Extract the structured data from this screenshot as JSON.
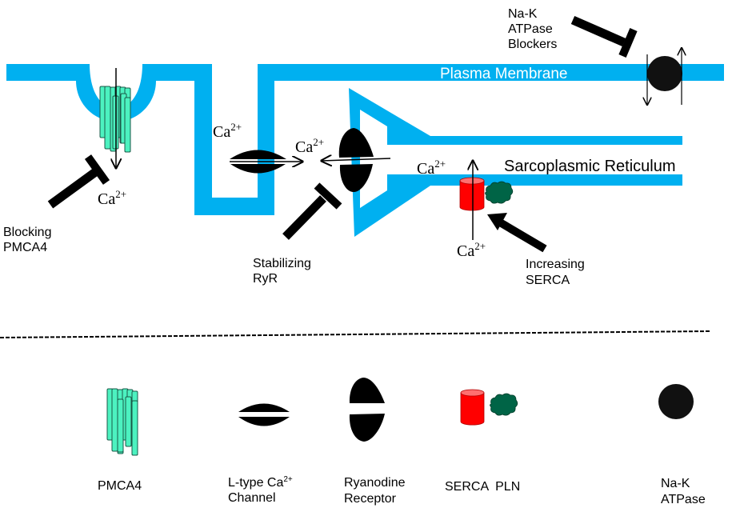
{
  "colors": {
    "membrane": "#00B0F0",
    "pmca4": "#4CF2C0",
    "pmca4_outline": "#1A5A48",
    "serca": "#FF0000",
    "serca_top": "#FF8080",
    "pln": "#006446",
    "channel": "#000000",
    "inhibitor": "#000000"
  },
  "diagram": {
    "plasma_membrane_label": "Plasma Membrane",
    "sarcoplasmic_reticulum_label": "Sarcoplasmic Reticulum",
    "ion_labels": {
      "pmca4_ca": {
        "base": "Ca",
        "sup": "2+"
      },
      "ltype_ca": {
        "base": "Ca",
        "sup": "2+"
      },
      "ryr_ca": {
        "base": "Ca",
        "sup": "2+"
      },
      "sr_lumen_ca": {
        "base": "Ca",
        "sup": "2+"
      },
      "serca_cytosol_ca": {
        "base": "Ca",
        "sup": "2+"
      }
    },
    "interventions": {
      "blocking_pmca4": [
        "Blocking",
        "PMCA4"
      ],
      "stabilizing_ryr": [
        "Stabilizing",
        "RyR"
      ],
      "increasing_serca": [
        "Increasing",
        "SERCA"
      ],
      "nak_blockers": [
        "Na-K",
        "ATPase",
        "Blockers"
      ]
    }
  },
  "legend": {
    "items": [
      {
        "id": "pmca4",
        "lines": [
          "PMCA4"
        ]
      },
      {
        "id": "ltype",
        "lines": [
          "L-type Ca",
          "Channel"
        ],
        "sup": "2+"
      },
      {
        "id": "ryr",
        "lines": [
          "Ryanodine",
          "Receptor"
        ]
      },
      {
        "id": "serca-pln",
        "lines": [
          "SERCA  PLN"
        ]
      },
      {
        "id": "nak",
        "lines": [
          "Na-K",
          "ATPase"
        ]
      }
    ]
  }
}
